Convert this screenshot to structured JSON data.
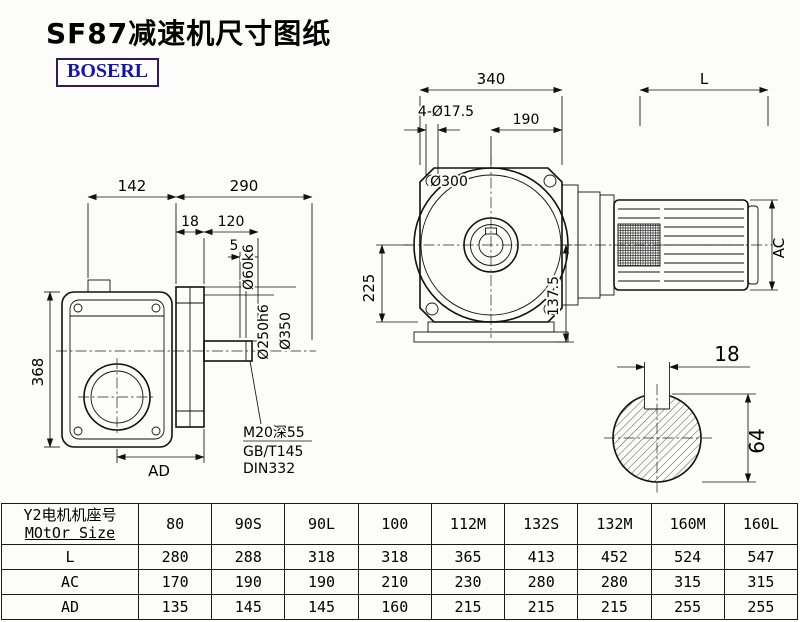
{
  "title": "SF87减速机尺寸图纸",
  "logo": "BOSERL",
  "front_view": {
    "d340": "340",
    "dL": "L",
    "dbolt": "4-Ø17.5",
    "d190": "190",
    "d300": "Ø300",
    "d225": "225",
    "d1375": "137.5",
    "dAC": "AC"
  },
  "left_view": {
    "d142": "142",
    "d290": "290",
    "d18": "18",
    "d120": "120",
    "d5": "5",
    "d368": "368",
    "dAD": "AD",
    "dshaft": "Ø60k6",
    "dflange_inner": "Ø250h6",
    "dflange_outer": "Ø350",
    "note1": "M20深55",
    "note2": "GB/T145",
    "note3": "DIN332"
  },
  "shaft_view": {
    "d18": "18",
    "d64": "64"
  },
  "table": {
    "header": {
      "line1": "Y2电机机座号",
      "line2": "MOtOr Size"
    },
    "columns": [
      "80",
      "90S",
      "90L",
      "100",
      "112M",
      "132S",
      "132M",
      "160M",
      "160L"
    ],
    "rows": [
      {
        "label": "L",
        "values": [
          "280",
          "288",
          "318",
          "318",
          "365",
          "413",
          "452",
          "524",
          "547"
        ]
      },
      {
        "label": "AC",
        "values": [
          "170",
          "190",
          "190",
          "210",
          "230",
          "280",
          "280",
          "315",
          "315"
        ]
      },
      {
        "label": "AD",
        "values": [
          "135",
          "145",
          "145",
          "160",
          "215",
          "215",
          "215",
          "255",
          "255"
        ]
      }
    ]
  }
}
